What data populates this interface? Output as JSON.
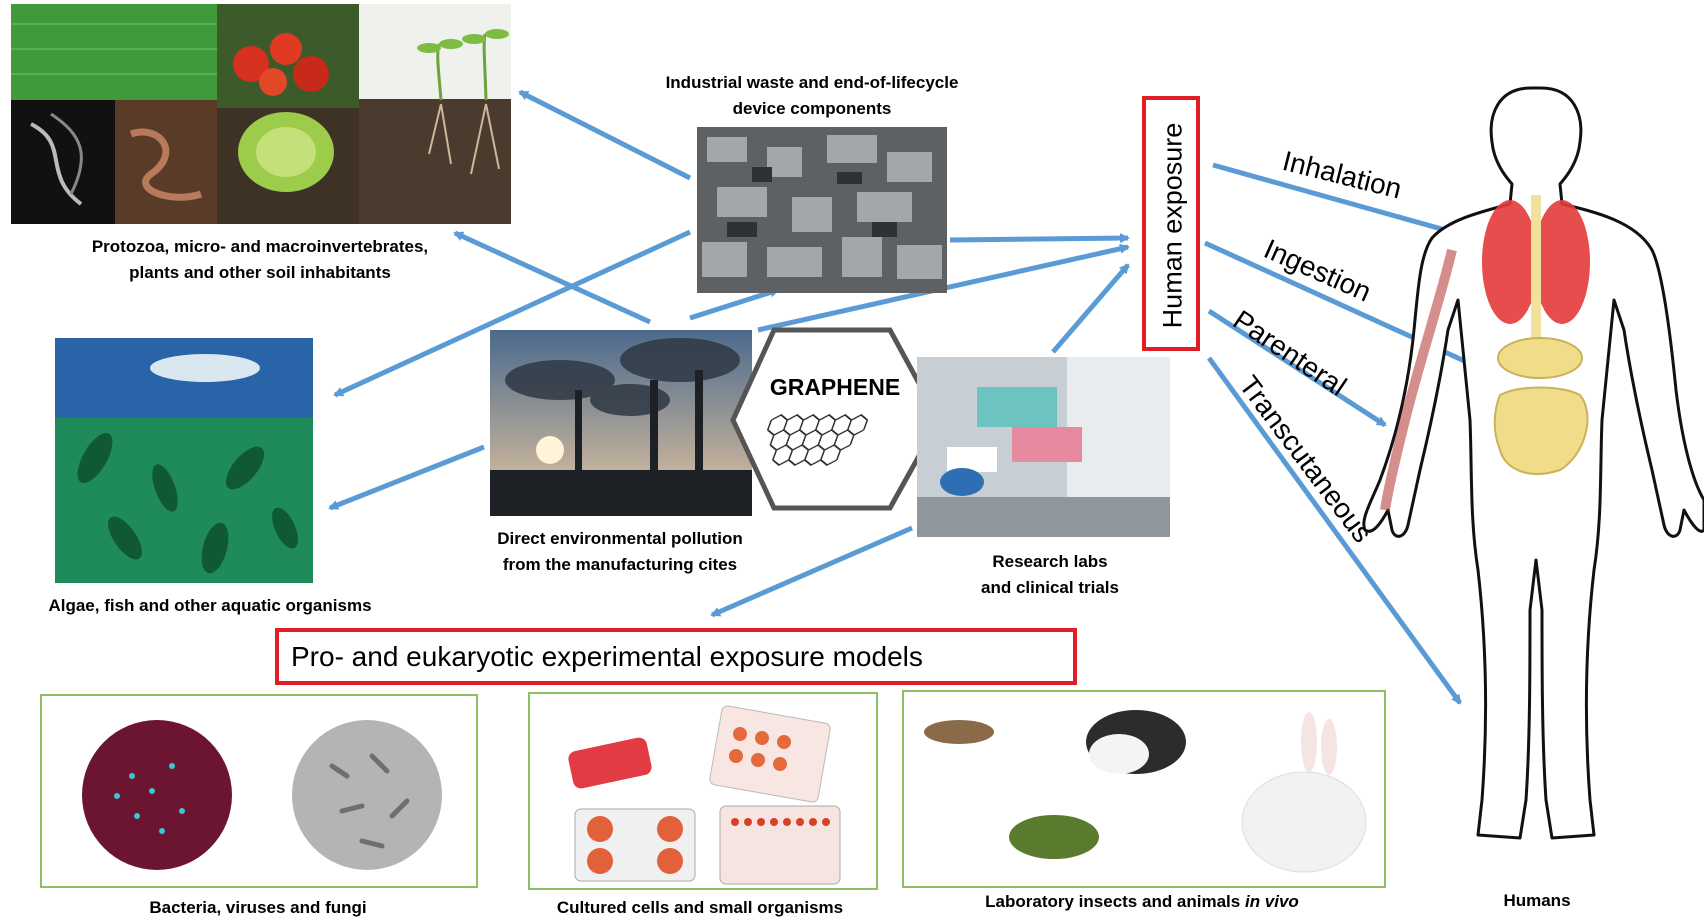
{
  "center": {
    "label": "GRAPHENE"
  },
  "sources": {
    "industrial_waste": [
      "Industrial waste and end-of-lifecycle",
      "device components"
    ],
    "pollution": [
      "Direct environmental pollution",
      "from the manufacturing cites"
    ],
    "research": [
      "Research labs",
      "and clinical trials"
    ]
  },
  "environment": {
    "soil": [
      "Protozoa, micro- and macroinvertebrates,",
      "plants and other soil inhabitants"
    ],
    "aquatic": "Algae, fish and other aquatic organisms"
  },
  "human_exposure": {
    "title": "Human exposure",
    "routes": [
      "Inhalation",
      "Ingestion",
      "Parenteral",
      "Transcutaneous"
    ],
    "humans_label": "Humans"
  },
  "models": {
    "title": "Pro- and eukaryotic experimental exposure models",
    "bacteria": "Bacteria, viruses and fungi",
    "cells": "Cultured cells and small organisms",
    "animals_prefix": "Laboratory insects and animals ",
    "animals_italic": "in vivo"
  },
  "colors": {
    "arrow": "#5b9bd5",
    "red_box": "#e11d25",
    "green_box": "#8cc063"
  }
}
